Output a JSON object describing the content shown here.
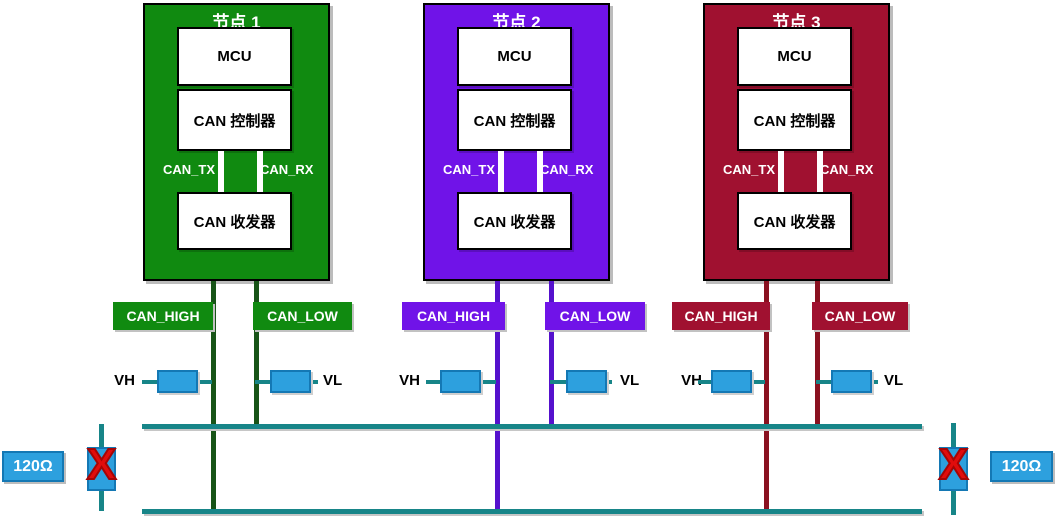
{
  "nodes": [
    {
      "title": "节点 1",
      "color": "#108a10",
      "pin_color": "#175417",
      "blocks": {
        "mcu": "MCU",
        "controller": "CAN 控制器",
        "transceiver": "CAN 收发器"
      },
      "signals": {
        "tx": "CAN_TX",
        "rx": "CAN_RX"
      },
      "bus_labels": {
        "high": "CAN_HIGH",
        "low": "CAN_LOW"
      },
      "taps": {
        "vh": "VH",
        "vl": "VL"
      }
    },
    {
      "title": "节点 2",
      "color": "#7013e8",
      "pin_color": "#5511cd",
      "blocks": {
        "mcu": "MCU",
        "controller": "CAN 控制器",
        "transceiver": "CAN 收发器"
      },
      "signals": {
        "tx": "CAN_TX",
        "rx": "CAN_RX"
      },
      "bus_labels": {
        "high": "CAN_HIGH",
        "low": "CAN_LOW"
      },
      "taps": {
        "vh": "VH",
        "vl": "VL"
      }
    },
    {
      "title": "节点 3",
      "color": "#a01130",
      "pin_color": "#8a1120",
      "blocks": {
        "mcu": "MCU",
        "controller": "CAN 控制器",
        "transceiver": "CAN 收发器"
      },
      "signals": {
        "tx": "CAN_TX",
        "rx": "CAN_RX"
      },
      "bus_labels": {
        "high": "CAN_HIGH",
        "low": "CAN_LOW"
      },
      "taps": {
        "vh": "VH",
        "vl": "VL"
      }
    }
  ],
  "bus": {
    "line_color": "#178588"
  },
  "terminators": {
    "left_label": "120Ω",
    "right_label": "120Ω",
    "x_mark": "X",
    "box_color": "#2da0de",
    "x_color": "#e10c0c"
  }
}
